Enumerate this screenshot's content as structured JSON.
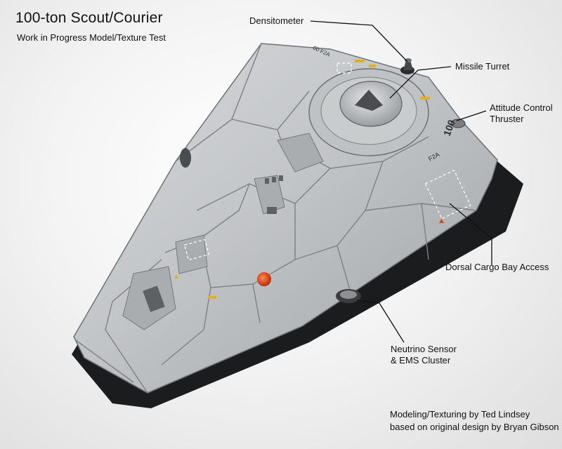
{
  "title": "100-ton Scout/Courier",
  "subtitle": "Work in Progress Model/Texture Test",
  "callouts": {
    "densitometer": "Densitometer",
    "missile_turret": "Missile Turret",
    "attitude_thruster_line1": "Attitude Control",
    "attitude_thruster_line2": "Thruster",
    "dorsal_cargo": "Dorsal Cargo Bay Access",
    "neutrino_line1": "Neutrino Sensor",
    "neutrino_line2": "& EMS Cluster"
  },
  "hull_markings": {
    "registry_1": "100",
    "registry_2": "F2A",
    "registry_3": "00 F2A"
  },
  "credits": {
    "line1": "Modeling/Texturing by Ted Lindsey",
    "line2": "based on original design by Bryan Gibson"
  },
  "colors": {
    "hull": "#b9bcbe",
    "hull_dark": "#1a1a1a",
    "beacon": "#d03a10",
    "accent_yellow": "#e0b020"
  }
}
